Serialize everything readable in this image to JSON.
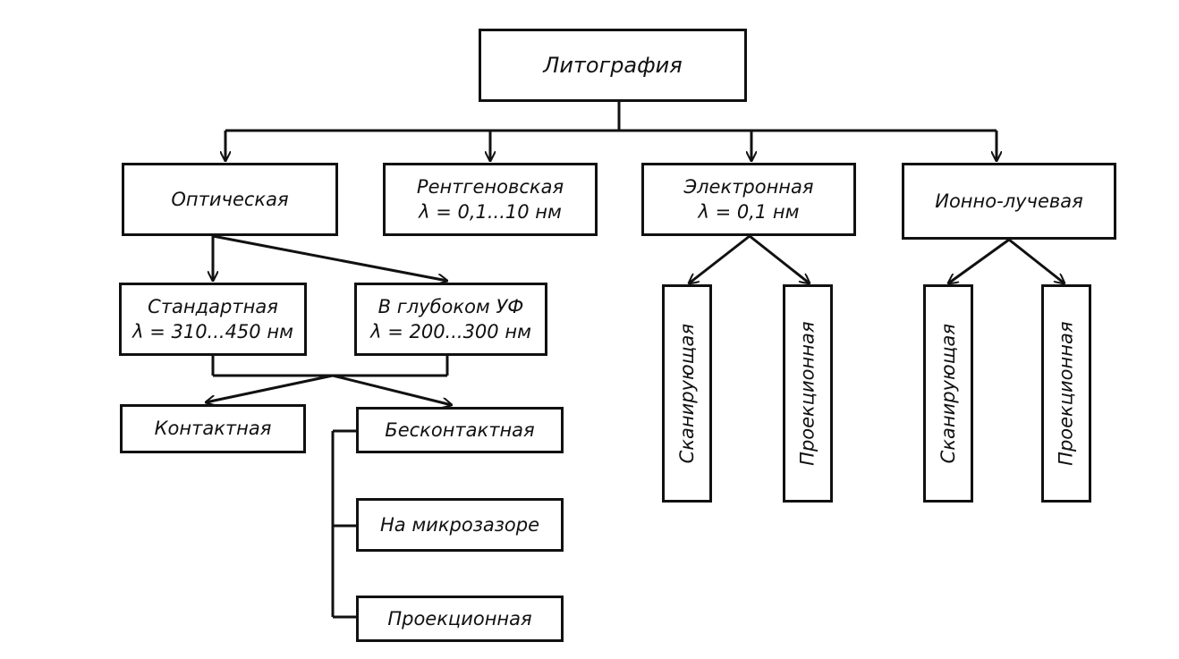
{
  "root": "Литография",
  "optical": "Оптическая",
  "xray": {
    "name": "Рентгеновская",
    "lambda": "λ = 0,1...10 нм"
  },
  "electron": {
    "name": "Электронная",
    "lambda": "λ = 0,1 нм"
  },
  "ion": {
    "name": "Ионно-лучевая"
  },
  "standard": {
    "name": "Стандартная",
    "lambda": "λ = 310...450 нм"
  },
  "deep_uv": {
    "name": "В глубоком УФ",
    "lambda": "λ = 200...300 нм"
  },
  "contact": "Контактная",
  "noncontact": "Бесконтактная",
  "microgap": "На микрозазоре",
  "projection_optical": "Проекционная",
  "electron_scanning": "Сканирующая",
  "electron_projection": "Проекционная",
  "ion_scanning": "Сканирующая",
  "ion_projection": "Проекционная"
}
